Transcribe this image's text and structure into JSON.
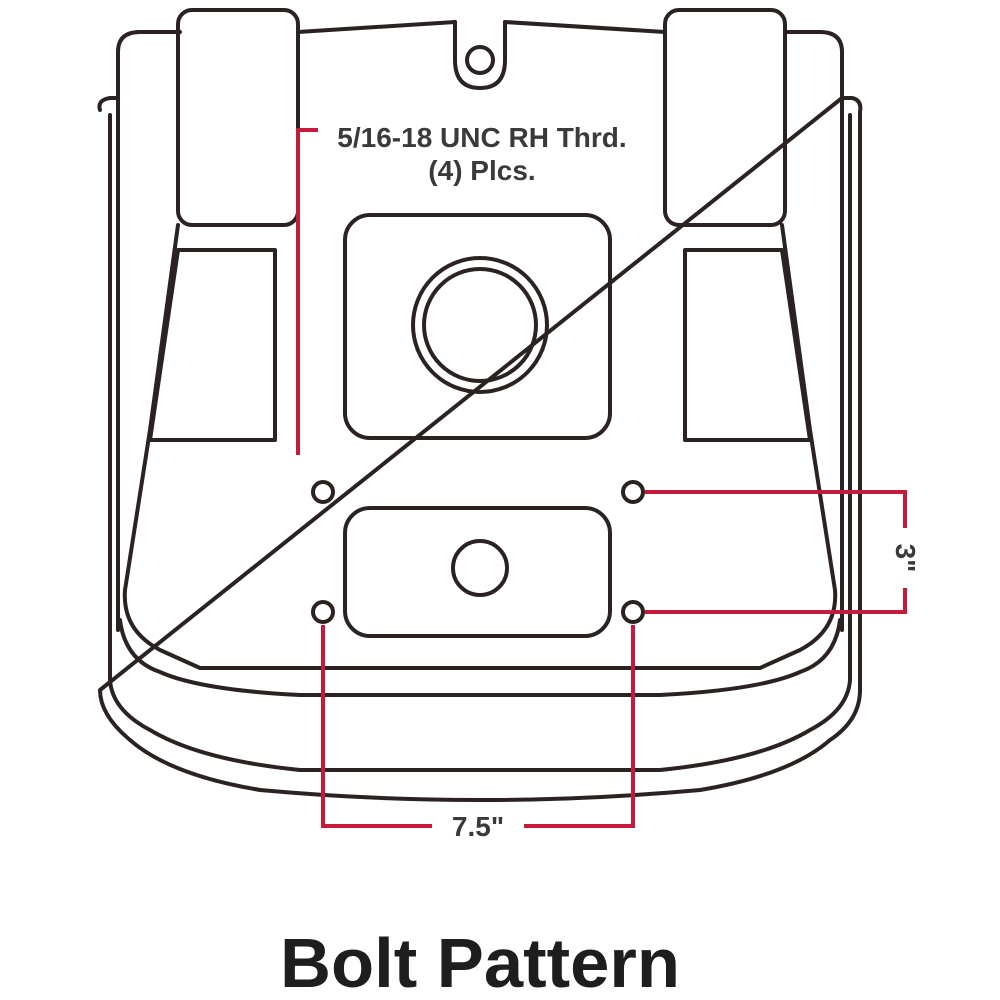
{
  "diagram": {
    "thread_label_line1": "5/16-18 UNC RH Thrd.",
    "thread_label_line2": "(4) Plcs.",
    "vertical_dimension": "3\"",
    "horizontal_dimension": "7.5\"",
    "title": "Bolt Pattern"
  },
  "colors": {
    "outline": "#2b2321",
    "dimension": "#c41a3b"
  }
}
